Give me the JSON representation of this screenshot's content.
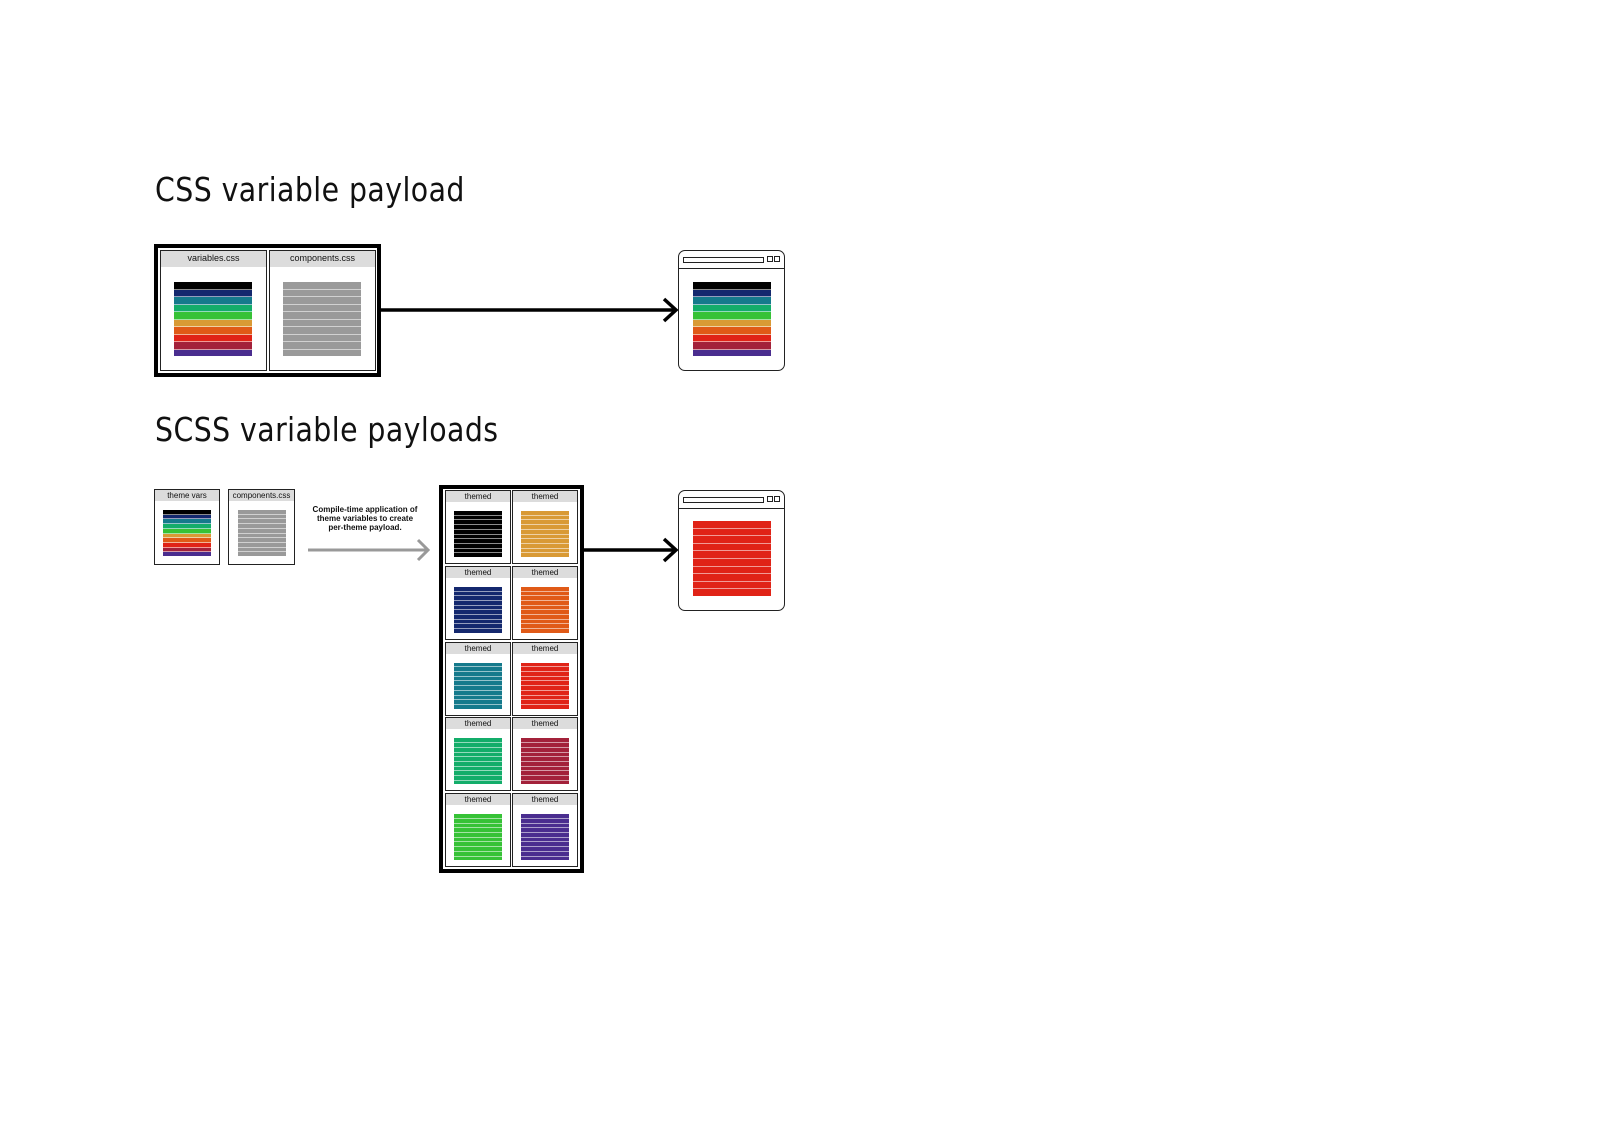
{
  "sections": {
    "css": {
      "title": "CSS variable payload",
      "files": [
        "variables.css",
        "components.css"
      ]
    },
    "scss": {
      "title": "SCSS variable payloads",
      "files": [
        "theme vars",
        "components.css"
      ],
      "note": "Compile-time application of theme variables to create per-theme payload.",
      "themed_label": "themed"
    }
  },
  "colors": {
    "palette": [
      "#000000",
      "#14286e",
      "#157a8c",
      "#13ad6a",
      "#36c236",
      "#d99a35",
      "#e05a17",
      "#e02317",
      "#a3213a",
      "#4a2d8f"
    ],
    "gray": "#9a9a9a",
    "themes": [
      "#000000",
      "#d99a35",
      "#14286e",
      "#e05a17",
      "#157a8c",
      "#e02317",
      "#13ad6a",
      "#a3213a",
      "#36c236",
      "#4a2d8f"
    ],
    "selected_theme": "#e02317"
  }
}
